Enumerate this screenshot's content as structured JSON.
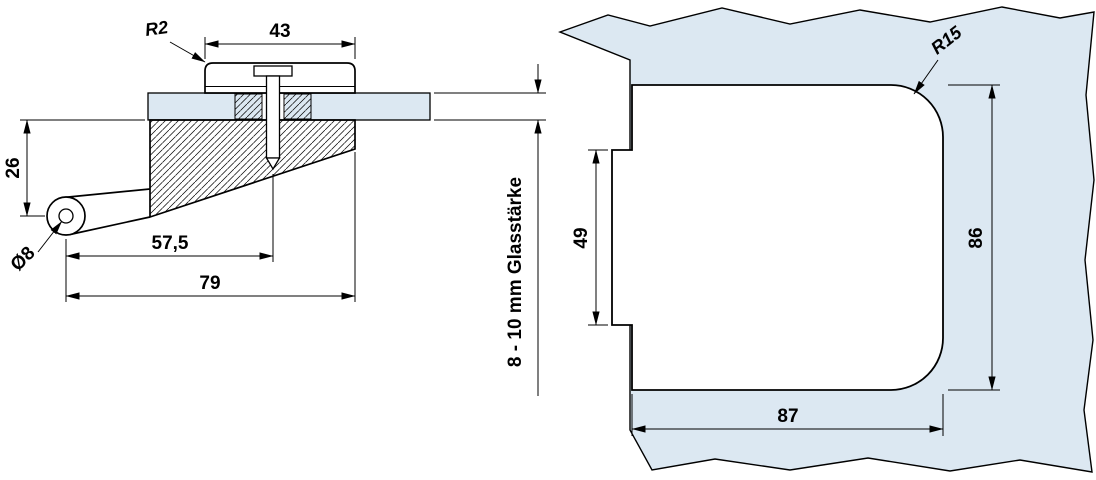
{
  "colors": {
    "background": "#ffffff",
    "line": "#000000",
    "glass": "#dce8f2"
  },
  "side_view": {
    "labels": {
      "clamp_width": "43",
      "top_radius": "R2",
      "pivot_drop": "26",
      "hole_diameter": "Ø8",
      "screw_distance": "57,5",
      "overall_depth": "79",
      "glass_thickness": "8 - 10 mm Glasstärke"
    }
  },
  "front_view": {
    "labels": {
      "corner_radius": "R15",
      "tongue_height": "49",
      "plate_height": "86",
      "plate_width": "87"
    }
  }
}
